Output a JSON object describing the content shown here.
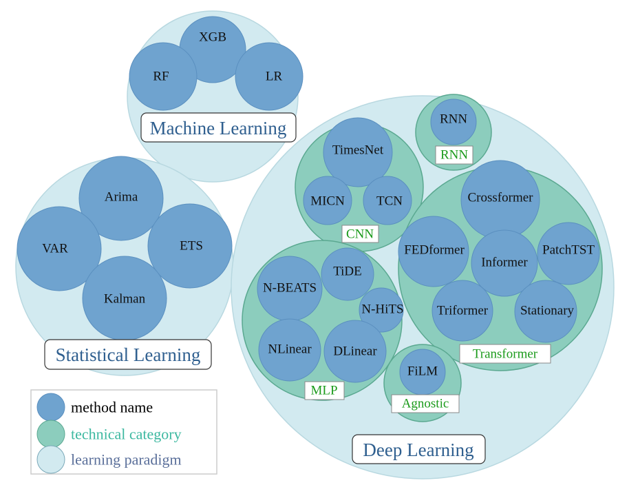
{
  "colors": {
    "paradigm_fill": "#d2eaf0",
    "paradigm_stroke": "#b8d8e0",
    "category_fill": "#8ccdbd",
    "category_stroke": "#5aa890",
    "method_fill": "#6fa3cf",
    "method_stroke": "#5a8fbf",
    "paradigm_text": "#2f5f8f",
    "category_text": "#1a9a1a",
    "legend_method_text": "#000000",
    "legend_category_text": "#3cb8a0",
    "legend_paradigm_text": "#5a6f9a"
  },
  "paradigms": {
    "machine_learning": "Machine Learning",
    "statistical_learning": "Statistical Learning",
    "deep_learning": "Deep Learning"
  },
  "categories": {
    "rnn": "RNN",
    "cnn": "CNN",
    "transformer": "Transformer",
    "mlp": "MLP",
    "agnostic": "Agnostic"
  },
  "methods": {
    "xgb": "XGB",
    "rf": "RF",
    "lr": "LR",
    "arima": "Arima",
    "var": "VAR",
    "ets": "ETS",
    "kalman": "Kalman",
    "rnn": "RNN",
    "timesnet": "TimesNet",
    "micn": "MICN",
    "tcn": "TCN",
    "crossformer": "Crossformer",
    "fedformer": "FEDformer",
    "informer": "Informer",
    "patchtst": "PatchTST",
    "triformer": "Triformer",
    "stationary": "Stationary",
    "tide": "TiDE",
    "nbeats": "N-BEATS",
    "nhits": "N-HiTS",
    "nlinear": "NLinear",
    "dlinear": "DLinear",
    "film": "FiLM"
  },
  "legend": {
    "method": "method name",
    "category": "technical category",
    "paradigm": "learning paradigm"
  }
}
